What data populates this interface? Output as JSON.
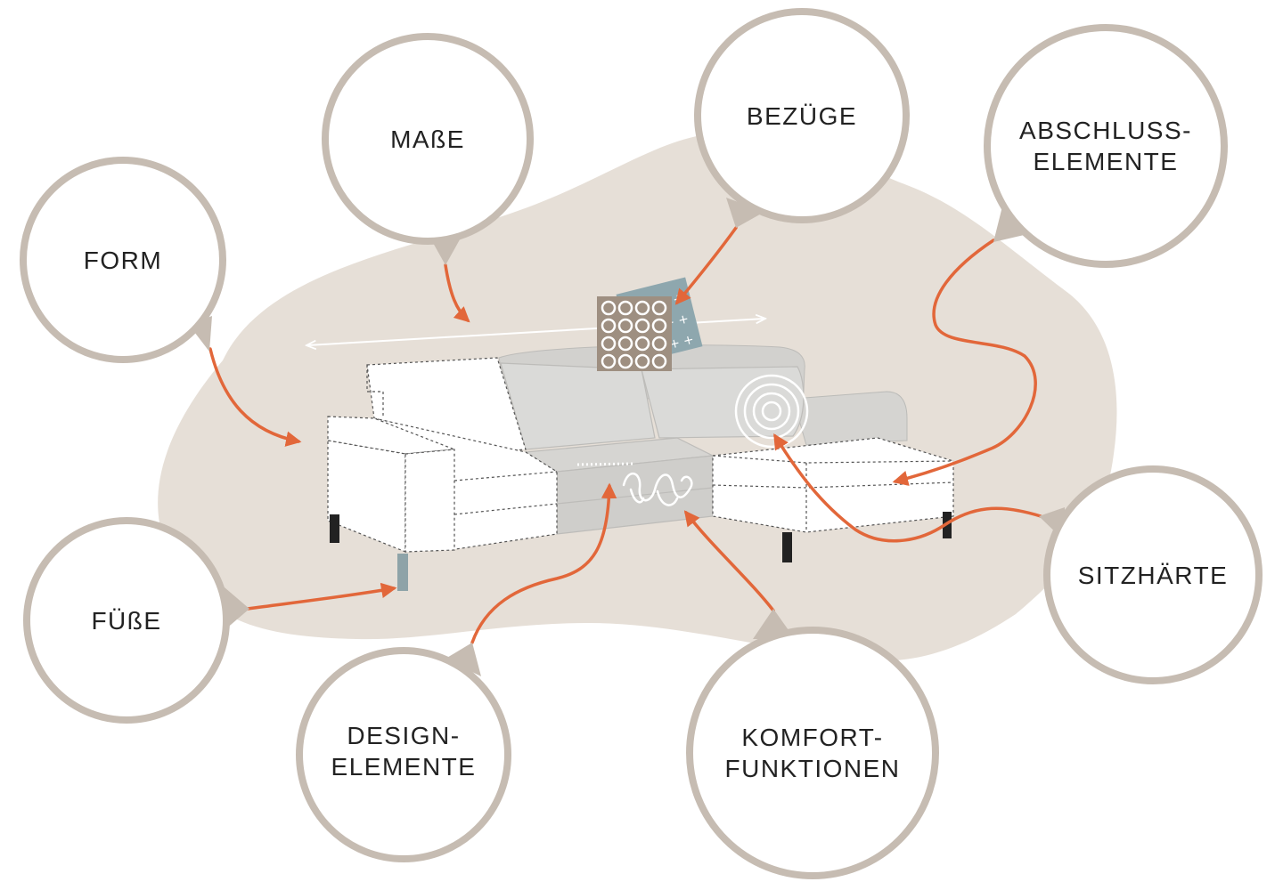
{
  "colors": {
    "background": "#ffffff",
    "blob": "#e6dfd7",
    "bubble_ring": "#c6bcb2",
    "bubble_fill": "#ffffff",
    "arrow": "#e2673a",
    "sofa_grey": "#d9d9d7",
    "sofa_grey_dark": "#c9c8c5",
    "sofa_outline": "#555555",
    "pattern_brown": "#9e8f81",
    "pattern_blue": "#8ea7ae",
    "leg_dark": "#222222",
    "leg_blue": "#8ea3a8"
  },
  "bubbles": {
    "form": [
      "FORM"
    ],
    "masse": [
      "MAßE"
    ],
    "bezuege": [
      "BEZÜGE"
    ],
    "abschluss": [
      "ABSCHLUSS-",
      "ELEMENTE"
    ],
    "fuesse": [
      "FÜßE"
    ],
    "design": [
      "DESIGN-",
      "ELEMENTE"
    ],
    "komfort": [
      "KOMFORT-",
      "FUNKTIONEN"
    ],
    "sitzhaerte": [
      "SITZHÄRTE"
    ]
  }
}
